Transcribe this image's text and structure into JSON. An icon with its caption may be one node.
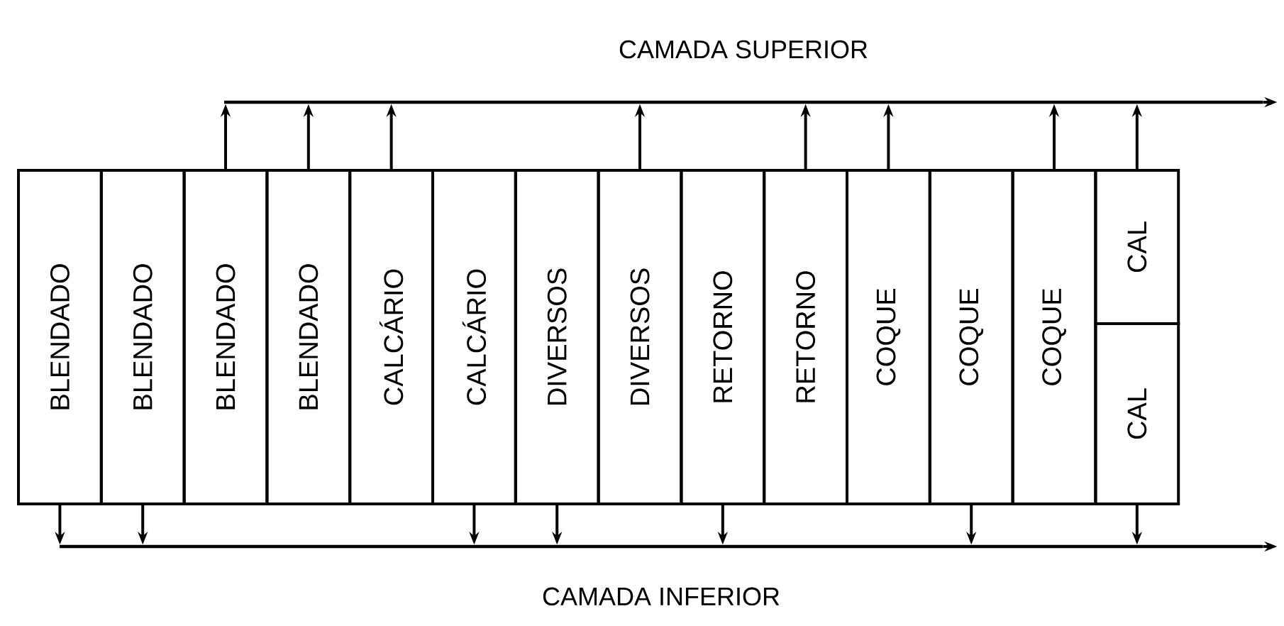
{
  "diagram": {
    "nodes": [
      {
        "text": [
          "CAMADA SUPERIOR"
        ]
      },
      {
        "text": [
          "BLENDADO"
        ]
      },
      {
        "text": [
          "BLENDADO"
        ]
      },
      {
        "text": [
          "BLENDADO"
        ]
      },
      {
        "text": [
          "BLENDADO"
        ]
      },
      {
        "text": [
          "CALCÁRIO"
        ]
      },
      {
        "text": [
          "CALCÁRIO"
        ]
      },
      {
        "text": [
          "DIVERSOS"
        ]
      },
      {
        "text": [
          "DIVERSOS"
        ]
      },
      {
        "text": [
          "RETORNO"
        ]
      },
      {
        "text": [
          "RETORNO"
        ]
      },
      {
        "text": [
          "COQUE"
        ]
      },
      {
        "text": [
          "COQUE"
        ]
      },
      {
        "text": [
          "COQUE"
        ]
      },
      {
        "text": [
          "CAL"
        ]
      },
      {
        "text": [
          "CAL"
        ]
      },
      {
        "text": [
          "CAMADA INFERIOR"
        ]
      }
    ],
    "edges": [
      {
        "from": 3,
        "to": 0,
        "arrow": "to"
      },
      {
        "from": 4,
        "to": 0,
        "arrow": "to"
      },
      {
        "from": 5,
        "to": 0,
        "arrow": "to"
      },
      {
        "from": 8,
        "to": 0,
        "arrow": "to"
      },
      {
        "from": 10,
        "to": 0,
        "arrow": "to"
      },
      {
        "from": 11,
        "to": 0,
        "arrow": "to"
      },
      {
        "from": 13,
        "to": 0,
        "arrow": "to"
      },
      {
        "from": 14,
        "to": 0,
        "arrow": "to"
      },
      {
        "from": 0,
        "to": null,
        "arrow": "to"
      },
      {
        "from": 1,
        "to": 16,
        "arrow": "to"
      },
      {
        "from": 2,
        "to": 16,
        "arrow": "to"
      },
      {
        "from": 6,
        "to": 16,
        "arrow": "to"
      },
      {
        "from": 7,
        "to": 16,
        "arrow": "to"
      },
      {
        "from": 9,
        "to": 16,
        "arrow": "to"
      },
      {
        "from": 12,
        "to": 16,
        "arrow": "to"
      },
      {
        "from": 15,
        "to": 16,
        "arrow": "to"
      },
      {
        "from": 16,
        "to": null,
        "arrow": "to"
      }
    ]
  }
}
